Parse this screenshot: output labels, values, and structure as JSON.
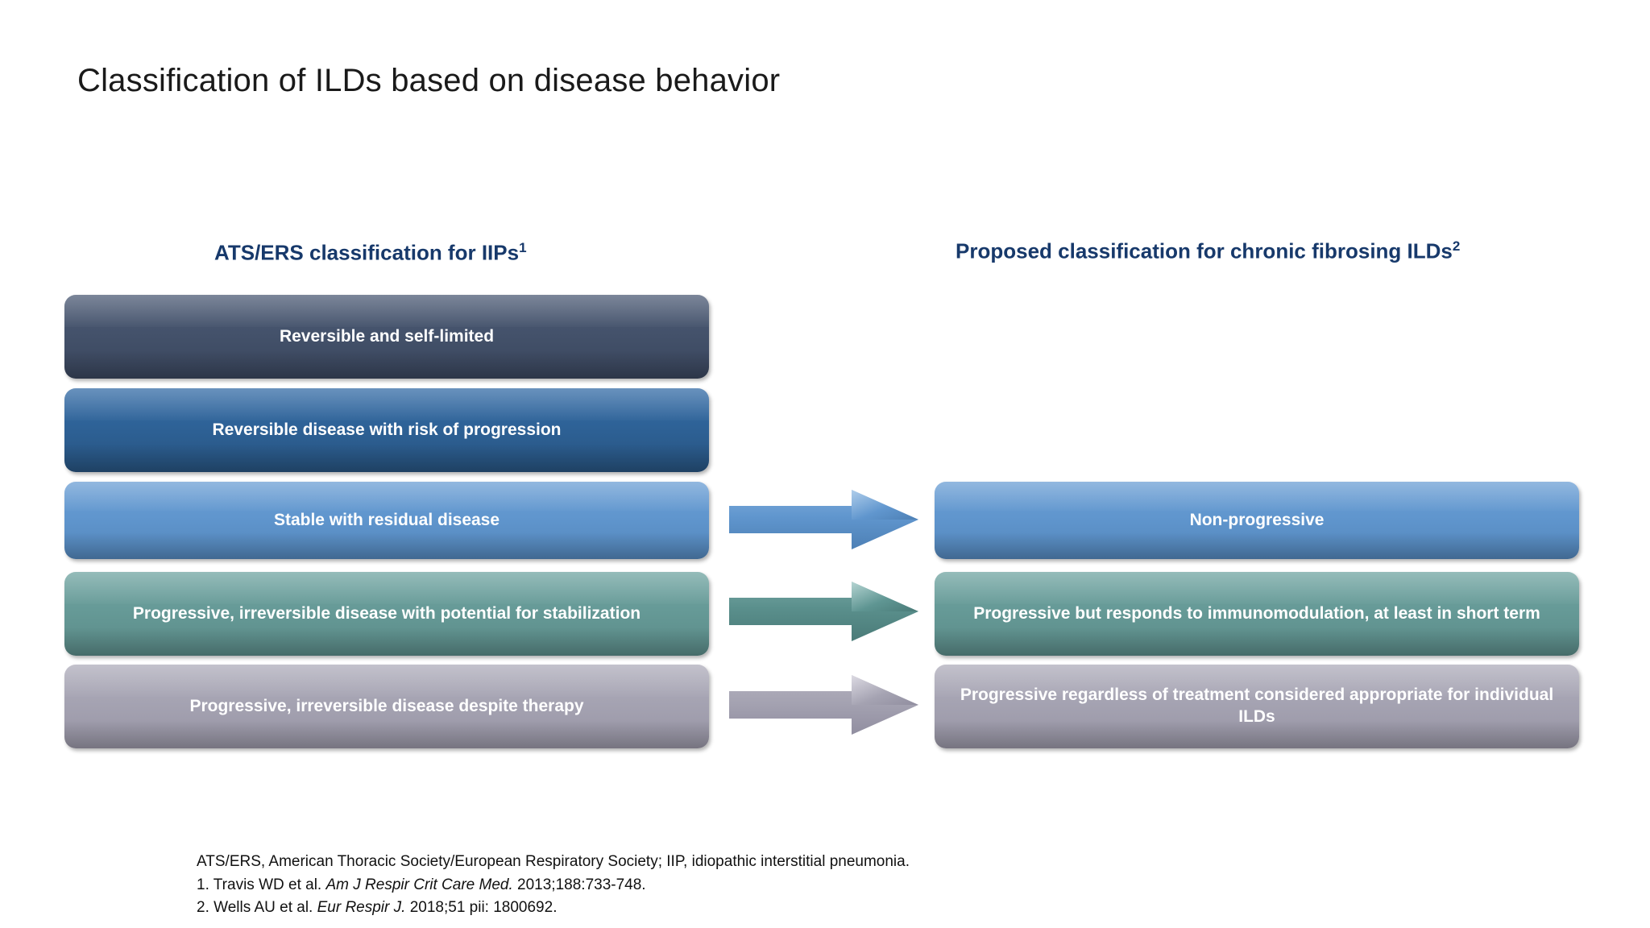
{
  "slide": {
    "title": "Classification of ILDs based on disease behavior",
    "background_color": "#ffffff"
  },
  "columns": {
    "left": {
      "header_text": "ATS/ERS classification for IIPs",
      "header_superscript": "1",
      "header_color": "#17396b"
    },
    "right": {
      "header_text": "Proposed classification for chronic fibrosing ILDs",
      "header_superscript": "2",
      "header_color": "#17396b"
    }
  },
  "left_boxes": [
    {
      "label": "Reversible and self-limited",
      "color": "#44526b"
    },
    {
      "label": "Reversible disease with risk of progression",
      "color": "#2e6297"
    },
    {
      "label": "Stable with residual disease",
      "color": "#6096ce"
    },
    {
      "label": "Progressive, irreversible disease with potential for stabilization",
      "color": "#669a97"
    },
    {
      "label": "Progressive, irreversible disease despite therapy",
      "color": "#a5a3b2"
    }
  ],
  "right_boxes": [
    {
      "label": "Non-progressive",
      "color": "#6096ce"
    },
    {
      "label": "Progressive but responds to immunomodulation, at least in short term",
      "color": "#669a97"
    },
    {
      "label": "Progressive regardless of treatment considered appropriate for individual ILDs",
      "color": "#a5a3b2"
    }
  ],
  "arrows": [
    {
      "name": "arrow-non-progressive",
      "color": "#6096ce",
      "direction": "right"
    },
    {
      "name": "arrow-progressive-immuno",
      "color": "#5a8f8c",
      "direction": "right"
    },
    {
      "name": "arrow-progressive-regardless",
      "color": "#a5a3b2",
      "direction": "right"
    }
  ],
  "footnotes": {
    "abbreviations": "ATS/ERS, American Thoracic Society/European Respiratory Society; IIP, idiopathic interstitial pneumonia.",
    "ref1_prefix": "1. Travis WD et al. ",
    "ref1_journal": "Am J Respir Crit Care Med.",
    "ref1_suffix": " 2013;188:733-748.",
    "ref2_prefix": "2. Wells AU et al. ",
    "ref2_journal": "Eur Respir J.",
    "ref2_suffix": " 2018;51 pii: 1800692."
  }
}
